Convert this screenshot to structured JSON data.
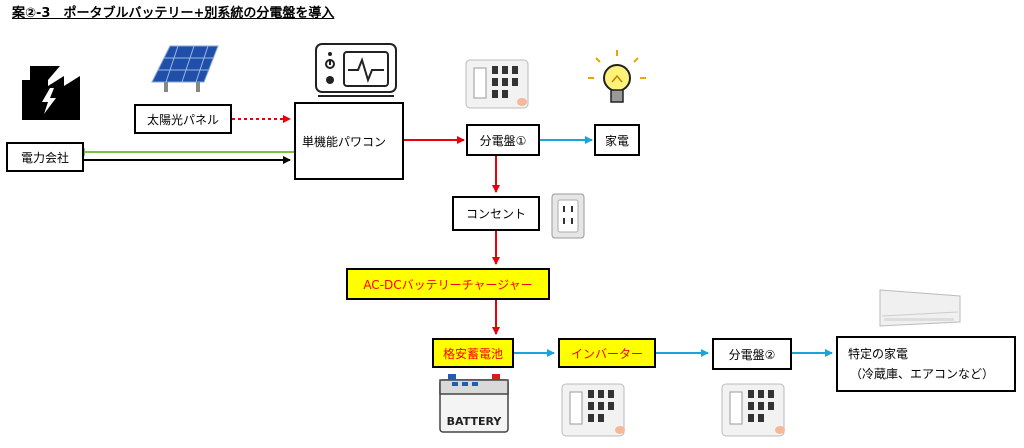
{
  "title": "案②-3　ポータブルバッテリー+別系統の分電盤を導入",
  "nodes": {
    "power_company": "電力会社",
    "solar_panel": "太陽光パネル",
    "power_conditioner": "単機能パワコン",
    "distribution_board_1": "分電盤①",
    "appliances": "家電",
    "outlet": "コンセント",
    "charger": "AC-DCバッテリーチャージャー",
    "battery": "格安蓄電池",
    "inverter": "インバーター",
    "distribution_board_2": "分電盤②",
    "specific_appliances": "特定の家電",
    "specific_appliances_note": "（冷蔵庫、エアコンなど）"
  },
  "icons": {
    "battery_label": "BATTERY"
  },
  "colors": {
    "red_line": "#e8000b",
    "blue_line": "#1aa3dc",
    "green_line": "#7cc242",
    "highlight": "#ffff00"
  }
}
